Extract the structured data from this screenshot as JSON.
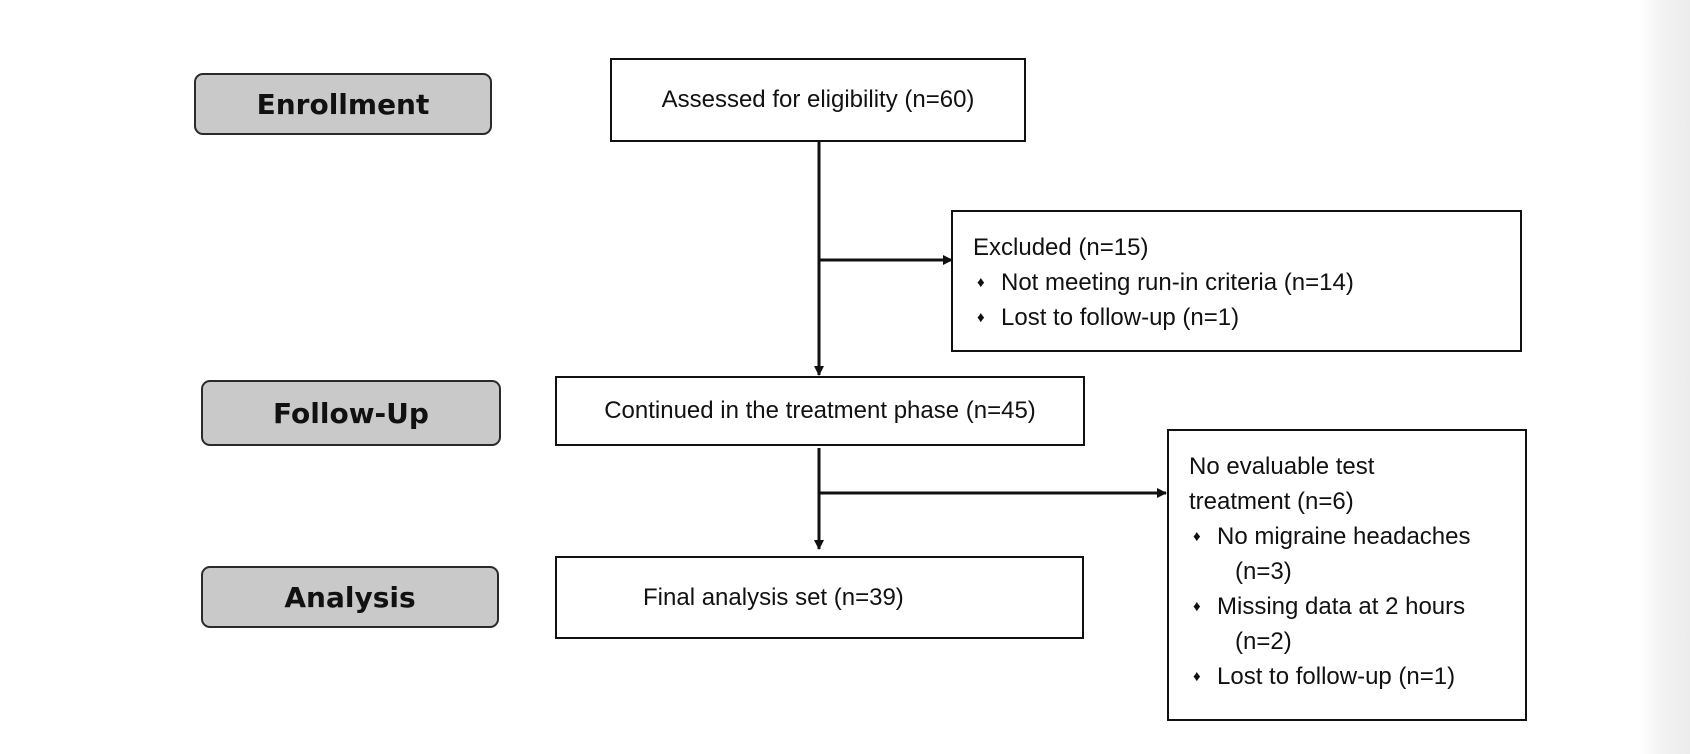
{
  "stages": {
    "enrollment": "Enrollment",
    "follow_up": "Follow-Up",
    "analysis": "Analysis"
  },
  "boxes": {
    "assessed": "Assessed for eligibility (n=60)",
    "excluded": {
      "title": "Excluded (n=15)",
      "items": [
        "Not meeting run-in criteria (n=14)",
        "Lost to follow-up (n=1)"
      ]
    },
    "continued": "Continued in the treatment phase (n=45)",
    "no_evaluable": {
      "title_line1": "No evaluable test",
      "title_line2": "treatment (n=6)",
      "items": [
        {
          "line1": "No migraine headaches",
          "line2": "(n=3)"
        },
        {
          "line1": "Missing data at 2 hours",
          "line2": "(n=2)"
        },
        {
          "line1": "Lost to follow-up (n=1)"
        }
      ]
    },
    "final": "Final analysis set (n=39)"
  },
  "bullet_glyph": "♦",
  "colors": {
    "stage_fill": "#c9c9c9",
    "stroke": "#111111"
  }
}
